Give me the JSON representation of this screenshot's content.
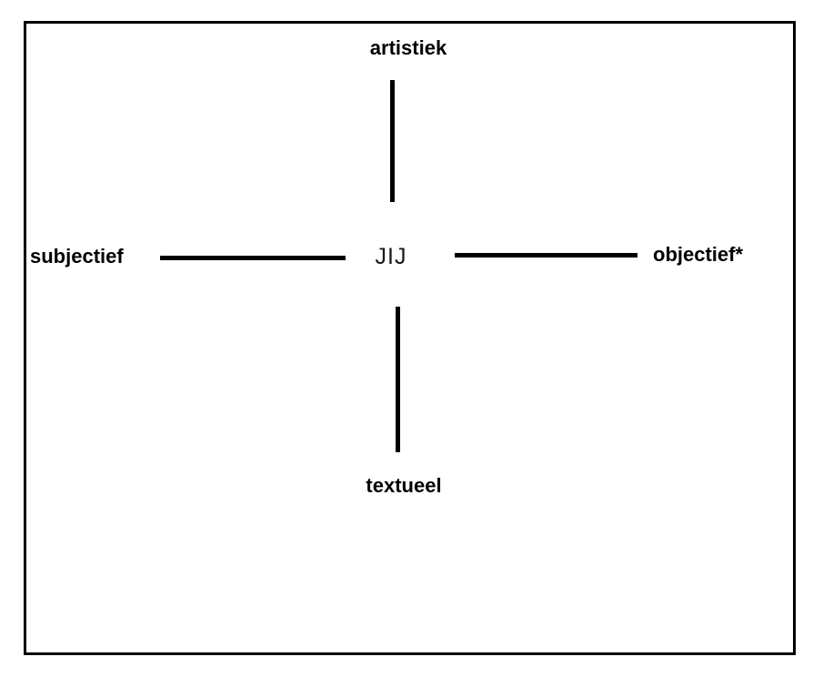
{
  "diagram": {
    "type": "two-axis-positioning-cross",
    "center_label": "JIJ",
    "axes": {
      "vertical": {
        "top_pole": "artistiek",
        "bottom_pole": "textueel"
      },
      "horizontal": {
        "left_pole": "subjectief",
        "right_pole": "objectief*"
      }
    },
    "colors": {
      "line": "#000000",
      "frame": "#000000",
      "background": "#ffffff",
      "text": "#000000"
    }
  }
}
